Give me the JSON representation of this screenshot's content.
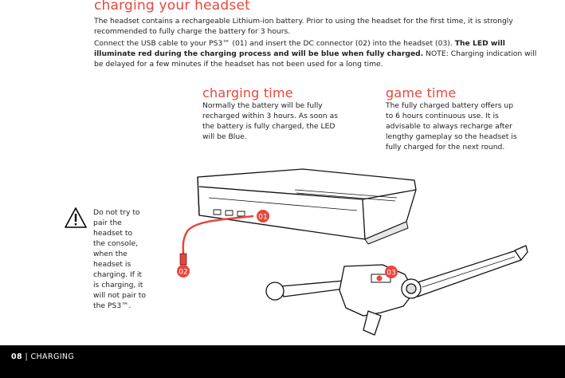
{
  "title": "charging your headset",
  "intro": "The headset contains a rechargeable Lithium-ion battery. Prior to using the headset for the first time, it is strongly recommended to fully charge the battery for 3 hours.",
  "connect_text": "Connect the USB cable to your PS3™ (01) and insert the DC connector (02) into the headset (03).",
  "connect_bold": "The LED will illuminate red during the charging process and will be blue when fully charged.",
  "connect_note": "NOTE: Charging indication will be delayed for a few minutes if the headset has not been used for a long time.",
  "charging_time": {
    "heading": "charging time",
    "body": "Normally the battery will be fully recharged within 3 hours. As soon as the battery is fully charged, the LED will be Blue."
  },
  "game_time": {
    "heading": "game time",
    "body": "The fully charged battery offers up to 6 hours continuous use. It is advisable to always recharge after lengthy gameplay so the headset is fully charged for the next round."
  },
  "warning": "Do not try to pair the headset to the console, when the headset is charging. If it is charging, it will not pair to the PS3™.",
  "callouts": [
    "01",
    "02",
    "03"
  ],
  "footer": {
    "page": "08",
    "separator": "|",
    "section": "CHARGING"
  },
  "colors": {
    "accent": "#e8463c",
    "footer_bg": "#000000"
  }
}
